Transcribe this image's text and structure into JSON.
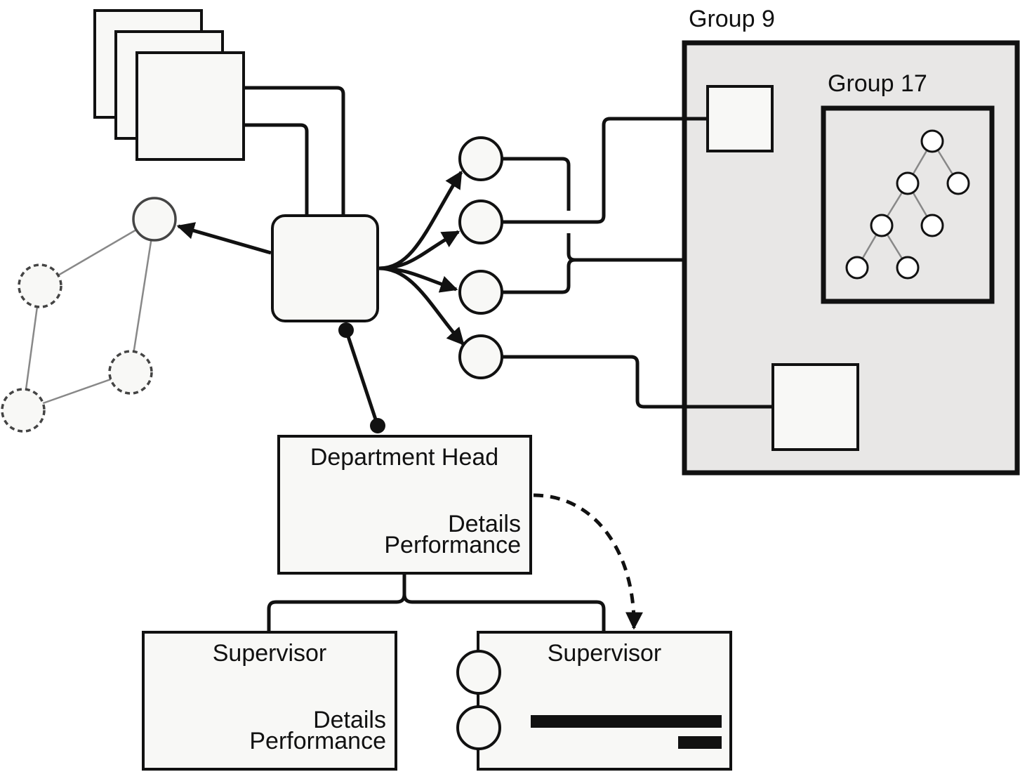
{
  "groups": {
    "outer_label": "Group 9",
    "inner_label": "Group 17"
  },
  "org": {
    "head": {
      "title": "Department Head",
      "line1": "Details",
      "line2": "Performance"
    },
    "supervisor_left": {
      "title": "Supervisor",
      "line1": "Details",
      "line2": "Performance"
    },
    "supervisor_right": {
      "title": "Supervisor"
    }
  },
  "colors": {
    "stroke": "#111111",
    "fill": "#f8f8f6",
    "group_fill": "#e8e7e6",
    "faint_edge": "#888888"
  }
}
